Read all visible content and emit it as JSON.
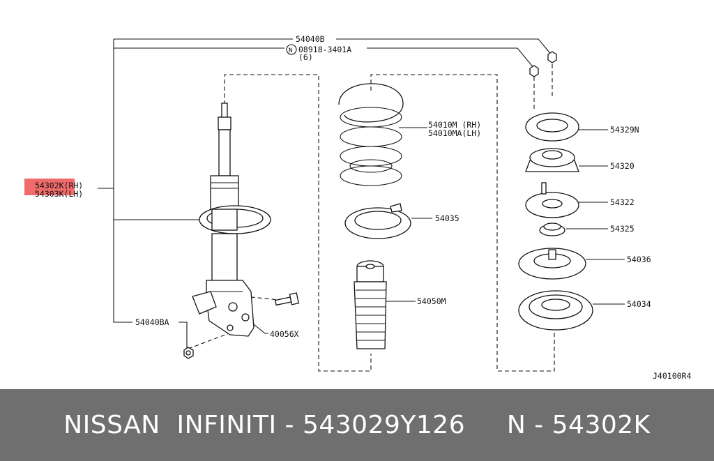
{
  "diagram": {
    "part_labels": {
      "p54040B": "54040B",
      "bolt_note_ref": "N",
      "bolt_note_code": "08918-3401A",
      "bolt_note_qty": "(6)",
      "strut_rh": "54302K(RH)",
      "strut_lh": "54303K(LH)",
      "p54040BA": "54040BA",
      "p40056X": "40056X",
      "spring_rh": "54010M (RH)",
      "spring_lh": "54010MA(LH)",
      "p54035": "54035",
      "p54050M": "54050M",
      "p54329N": "54329N",
      "p54320": "54320",
      "p54322": "54322",
      "p54325": "54325",
      "p54036": "54036",
      "p54034": "54034"
    },
    "drawing_code": "J40100R4",
    "highlight_color": "#f26b6b"
  },
  "footer": {
    "brand": "NISSAN  INFINITI",
    "separator1": " - ",
    "part_number": "543029Y126",
    "gap": "     ",
    "prefix": "N",
    "separator2": " - ",
    "ref_number": "54302K"
  }
}
